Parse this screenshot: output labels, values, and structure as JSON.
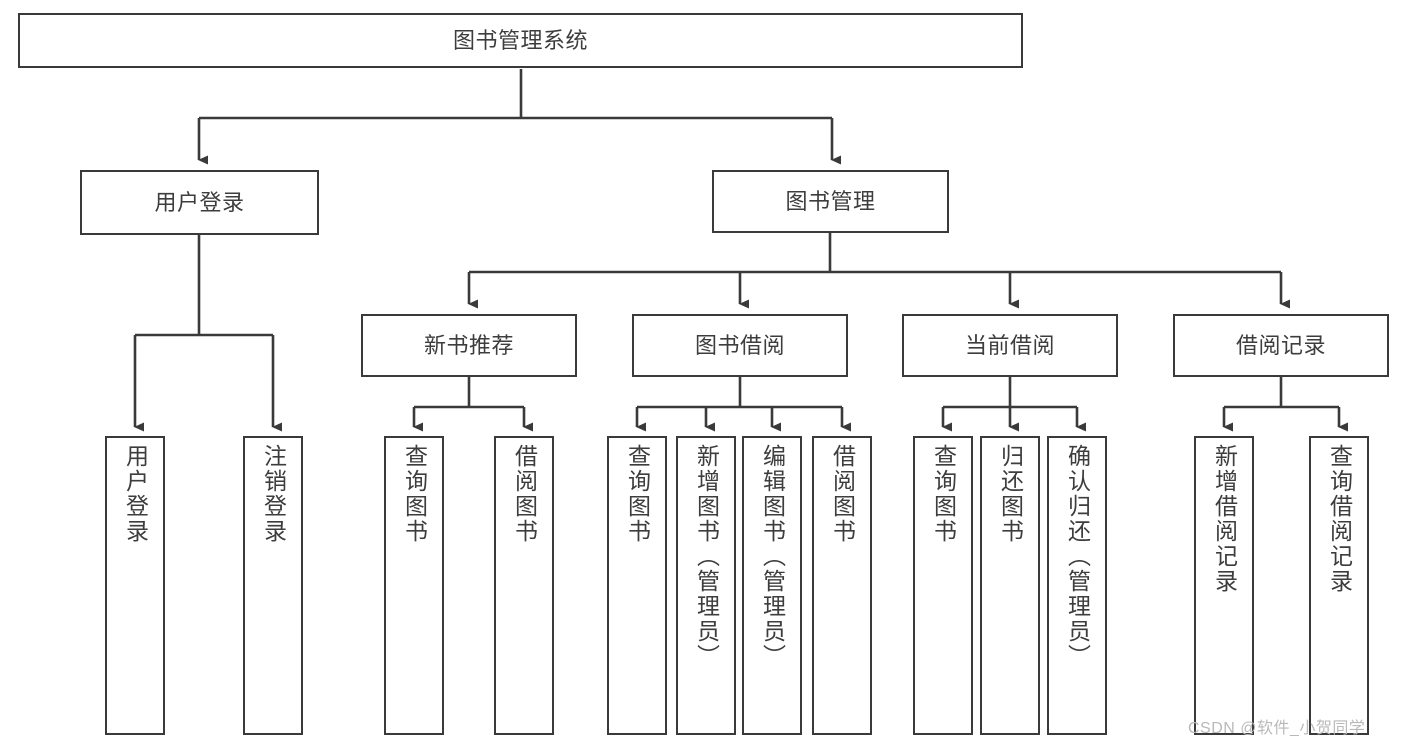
{
  "diagram": {
    "title": "图书管理系统",
    "type": "tree-hierarchy-chart",
    "line_color": "#3a3a3a",
    "box_fill": "#ffffff",
    "text_color": "#3d3d3d",
    "watermark": "CSDN @软件_小贺同学"
  },
  "nodes": {
    "root": {
      "label": "图书管理系统"
    },
    "level2": [
      {
        "label": "用户登录"
      },
      {
        "label": "图书管理"
      }
    ],
    "level3": [
      {
        "label": "新书推荐"
      },
      {
        "label": "图书借阅"
      },
      {
        "label": "当前借阅"
      },
      {
        "label": "借阅记录"
      }
    ],
    "leaves_user_login": [
      {
        "label": "用户登录"
      },
      {
        "label": "注销登录"
      }
    ],
    "leaves_new_book": [
      {
        "label": "查询图书"
      },
      {
        "label": "借阅图书"
      }
    ],
    "leaves_borrow": [
      {
        "label": "查询图书"
      },
      {
        "label": "新增图书（管理员）"
      },
      {
        "label": "编辑图书（管理员）"
      },
      {
        "label": "借阅图书"
      }
    ],
    "leaves_current": [
      {
        "label": "查询图书"
      },
      {
        "label": "归还图书"
      },
      {
        "label": "确认归还（管理员）"
      }
    ],
    "leaves_record": [
      {
        "label": "新增借阅记录"
      },
      {
        "label": "查询借阅记录"
      }
    ]
  }
}
